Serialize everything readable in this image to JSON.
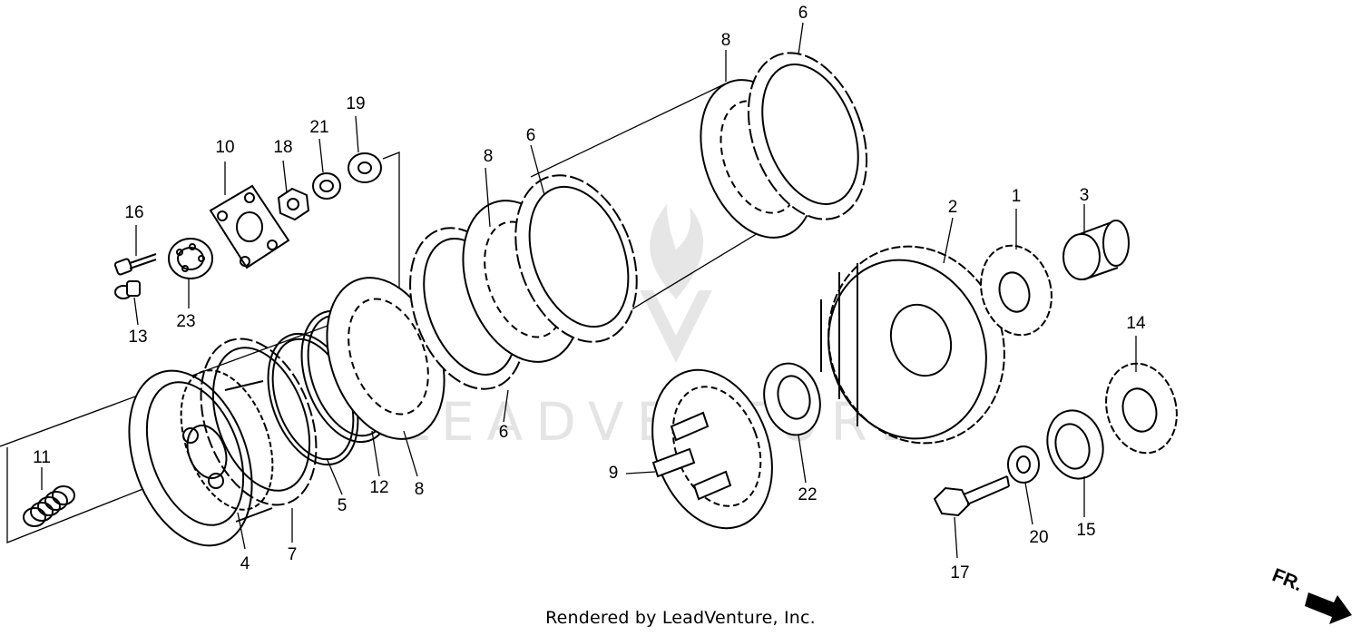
{
  "diagram": {
    "callouts": [
      {
        "id": "1",
        "label": "1"
      },
      {
        "id": "2",
        "label": "2"
      },
      {
        "id": "3",
        "label": "3"
      },
      {
        "id": "4",
        "label": "4"
      },
      {
        "id": "5",
        "label": "5"
      },
      {
        "id": "6",
        "label": "6"
      },
      {
        "id": "7",
        "label": "7"
      },
      {
        "id": "8",
        "label": "8"
      },
      {
        "id": "9",
        "label": "9"
      },
      {
        "id": "10",
        "label": "10"
      },
      {
        "id": "11",
        "label": "11"
      },
      {
        "id": "12",
        "label": "12"
      },
      {
        "id": "13",
        "label": "13"
      },
      {
        "id": "14",
        "label": "14"
      },
      {
        "id": "15",
        "label": "15"
      },
      {
        "id": "16",
        "label": "16"
      },
      {
        "id": "17",
        "label": "17"
      },
      {
        "id": "18",
        "label": "18"
      },
      {
        "id": "19",
        "label": "19"
      },
      {
        "id": "20",
        "label": "20"
      },
      {
        "id": "21",
        "label": "21"
      },
      {
        "id": "22",
        "label": "22"
      },
      {
        "id": "23",
        "label": "23"
      }
    ],
    "direction_label": "FR.",
    "watermark": "LEADVENTURE"
  },
  "footer": {
    "credit": "Rendered by LeadVenture, Inc."
  }
}
